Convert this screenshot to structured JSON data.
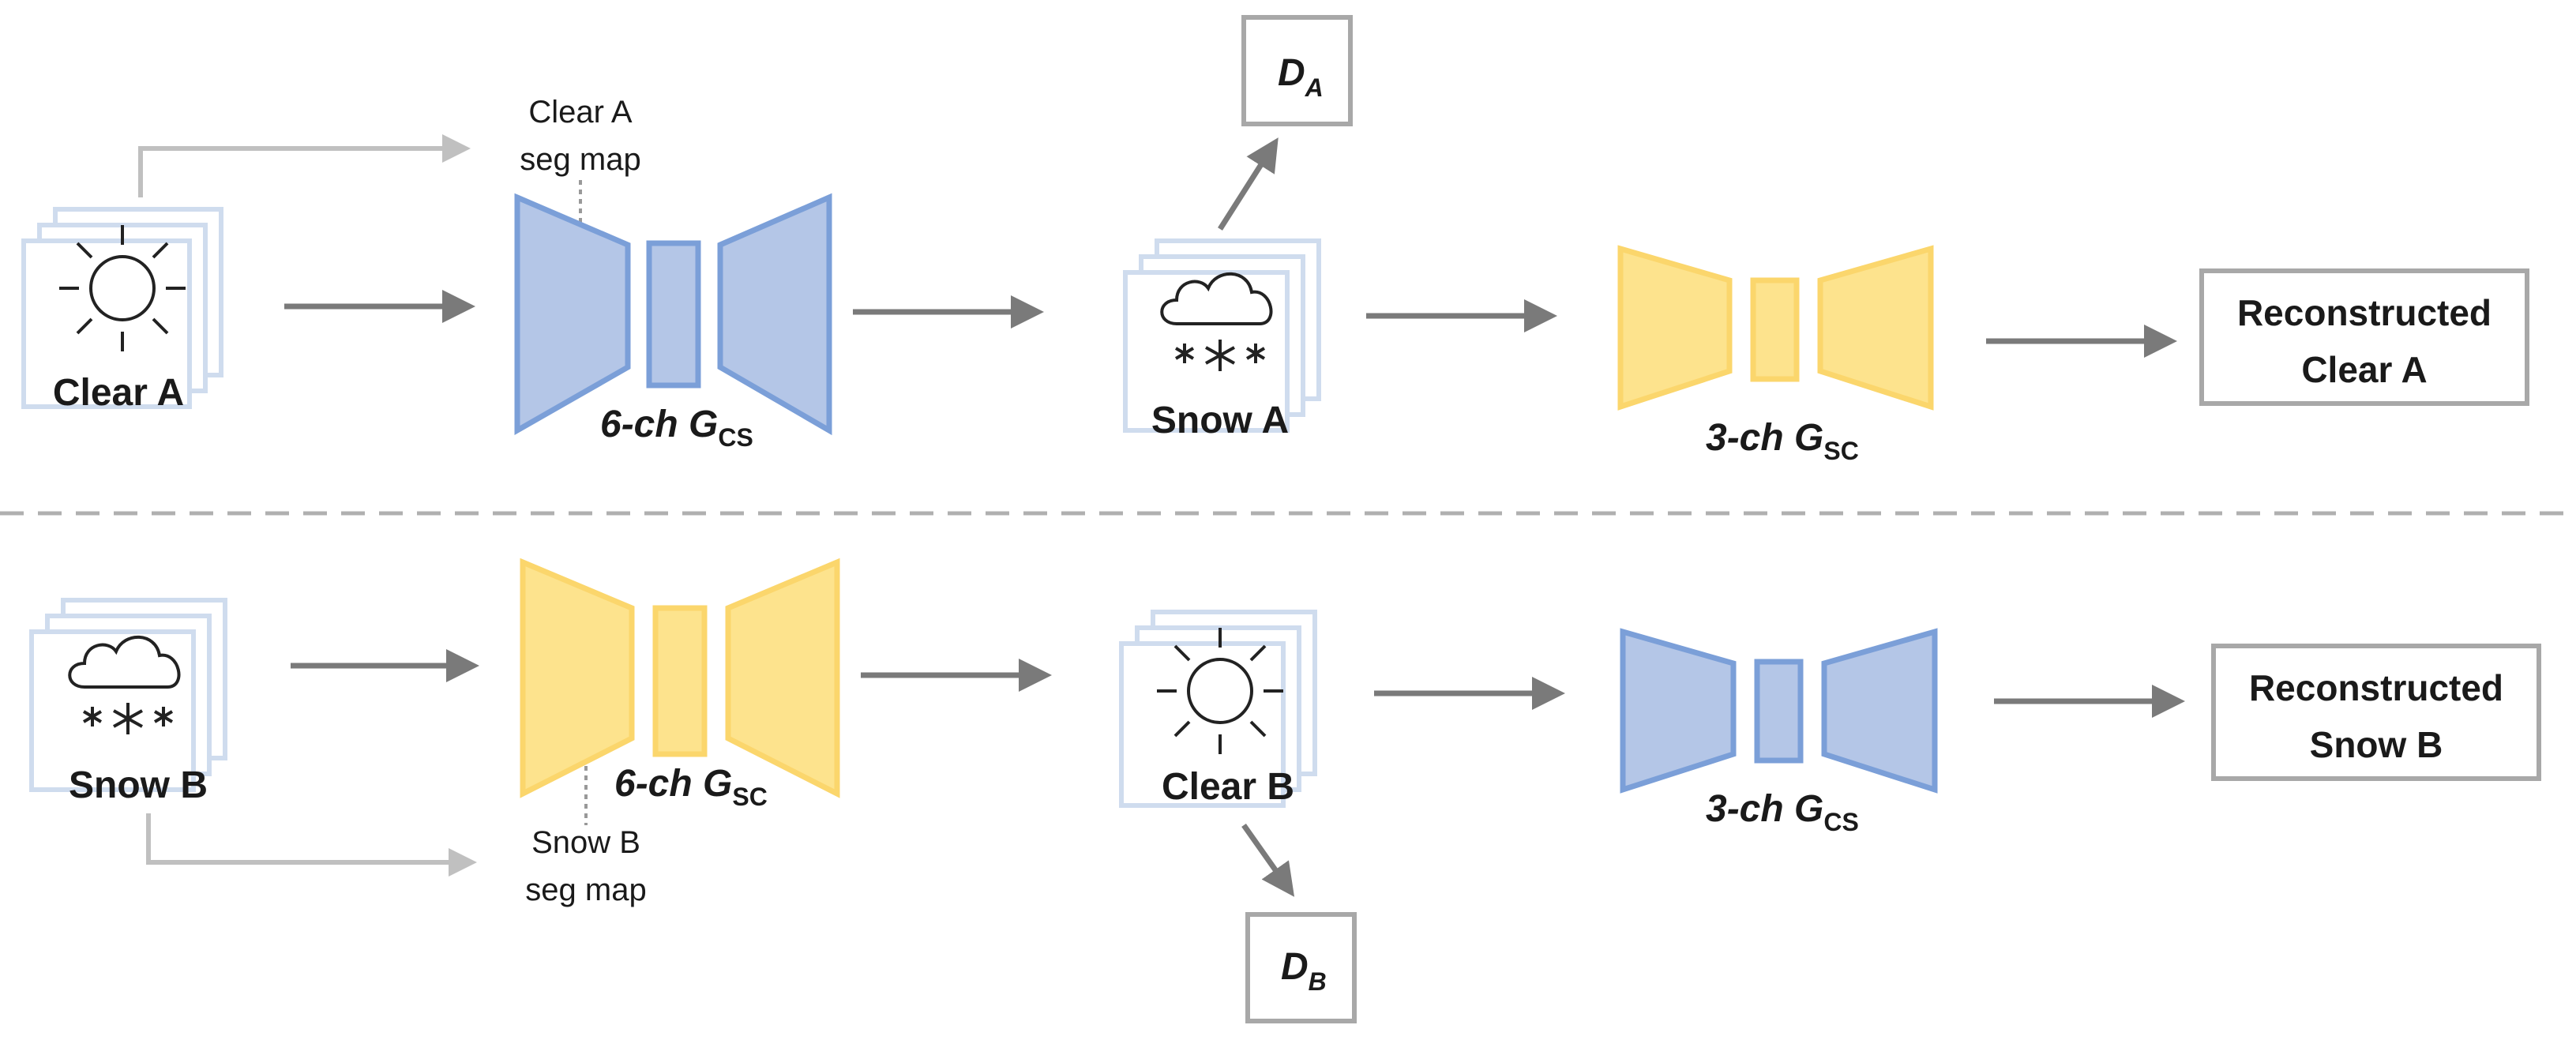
{
  "top_row": {
    "input_label": "Clear A",
    "seg_label_line1": "Clear A",
    "seg_label_line2": "seg map",
    "gen1_prefix": "6-ch G",
    "gen1_sub": "CS",
    "middle_label": "Snow A",
    "disc_main": "D",
    "disc_sub": "A",
    "gen2_prefix": "3-ch G",
    "gen2_sub": "SC",
    "output_line1": "Reconstructed",
    "output_line2": "Clear A"
  },
  "bottom_row": {
    "input_label": "Snow B",
    "seg_label_line1": "Snow B",
    "seg_label_line2": "seg map",
    "gen1_prefix": "6-ch G",
    "gen1_sub": "SC",
    "middle_label": "Clear B",
    "disc_main": "D",
    "disc_sub": "B",
    "gen2_prefix": "3-ch G",
    "gen2_sub": "CS",
    "output_line1": "Reconstructed",
    "output_line2": "Snow B"
  },
  "colors": {
    "blue_generator": "#b4c6e7",
    "yellow_generator": "#fde38d",
    "arrow": "#7a7a7a"
  },
  "icons": {
    "clear": "sun-icon",
    "snow": "snow-cloud-icon"
  }
}
